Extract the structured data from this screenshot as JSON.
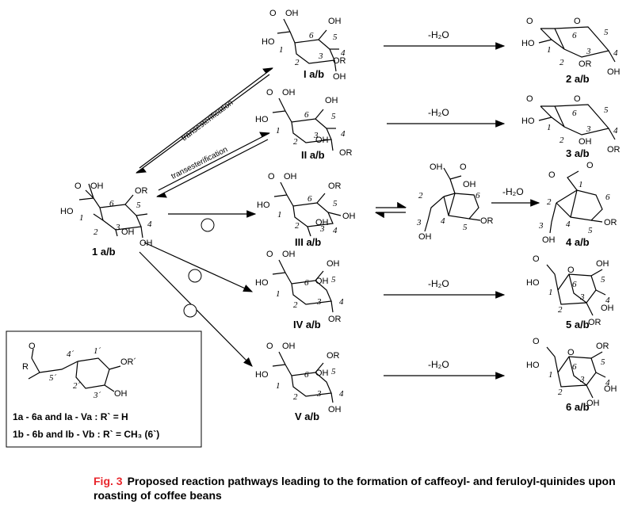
{
  "caption": {
    "fig_label": "Fig. 3",
    "text": "Proposed reaction pathways leading to the formation of caffeoyl- and feruloyl-quinides upon roasting of coffee beans"
  },
  "reactions": {
    "transesterification": "transesterification",
    "dehydration": "-H₂O"
  },
  "compounds": {
    "c1": "1 a/b",
    "cI": "I a/b",
    "cII": "II a/b",
    "cIII": "III a/b",
    "cIV": "IV a/b",
    "cV": "V a/b",
    "c2": "2 a/b",
    "c3": "3 a/b",
    "c4": "4 a/b",
    "c5": "5 a/b",
    "c6": "6 a/b"
  },
  "labels": {
    "cooh": "O",
    "oh": "OH",
    "or": "OR",
    "ho": "HO",
    "acid": "OH",
    "o": "O",
    "r": "R",
    "orp": "OR´",
    "n1": "1",
    "n2": "2",
    "n3": "3",
    "n4": "4",
    "n5": "5",
    "n6": "6",
    "p1": "1´",
    "p2": "2´",
    "p3": "3´",
    "p4": "4´",
    "p5": "5´"
  },
  "legend": {
    "line1": "1a - 6a and Ia - Va : R` = H",
    "line2": "1b - 6b and Ib - Vb : R` = CH₃ (6`)"
  }
}
